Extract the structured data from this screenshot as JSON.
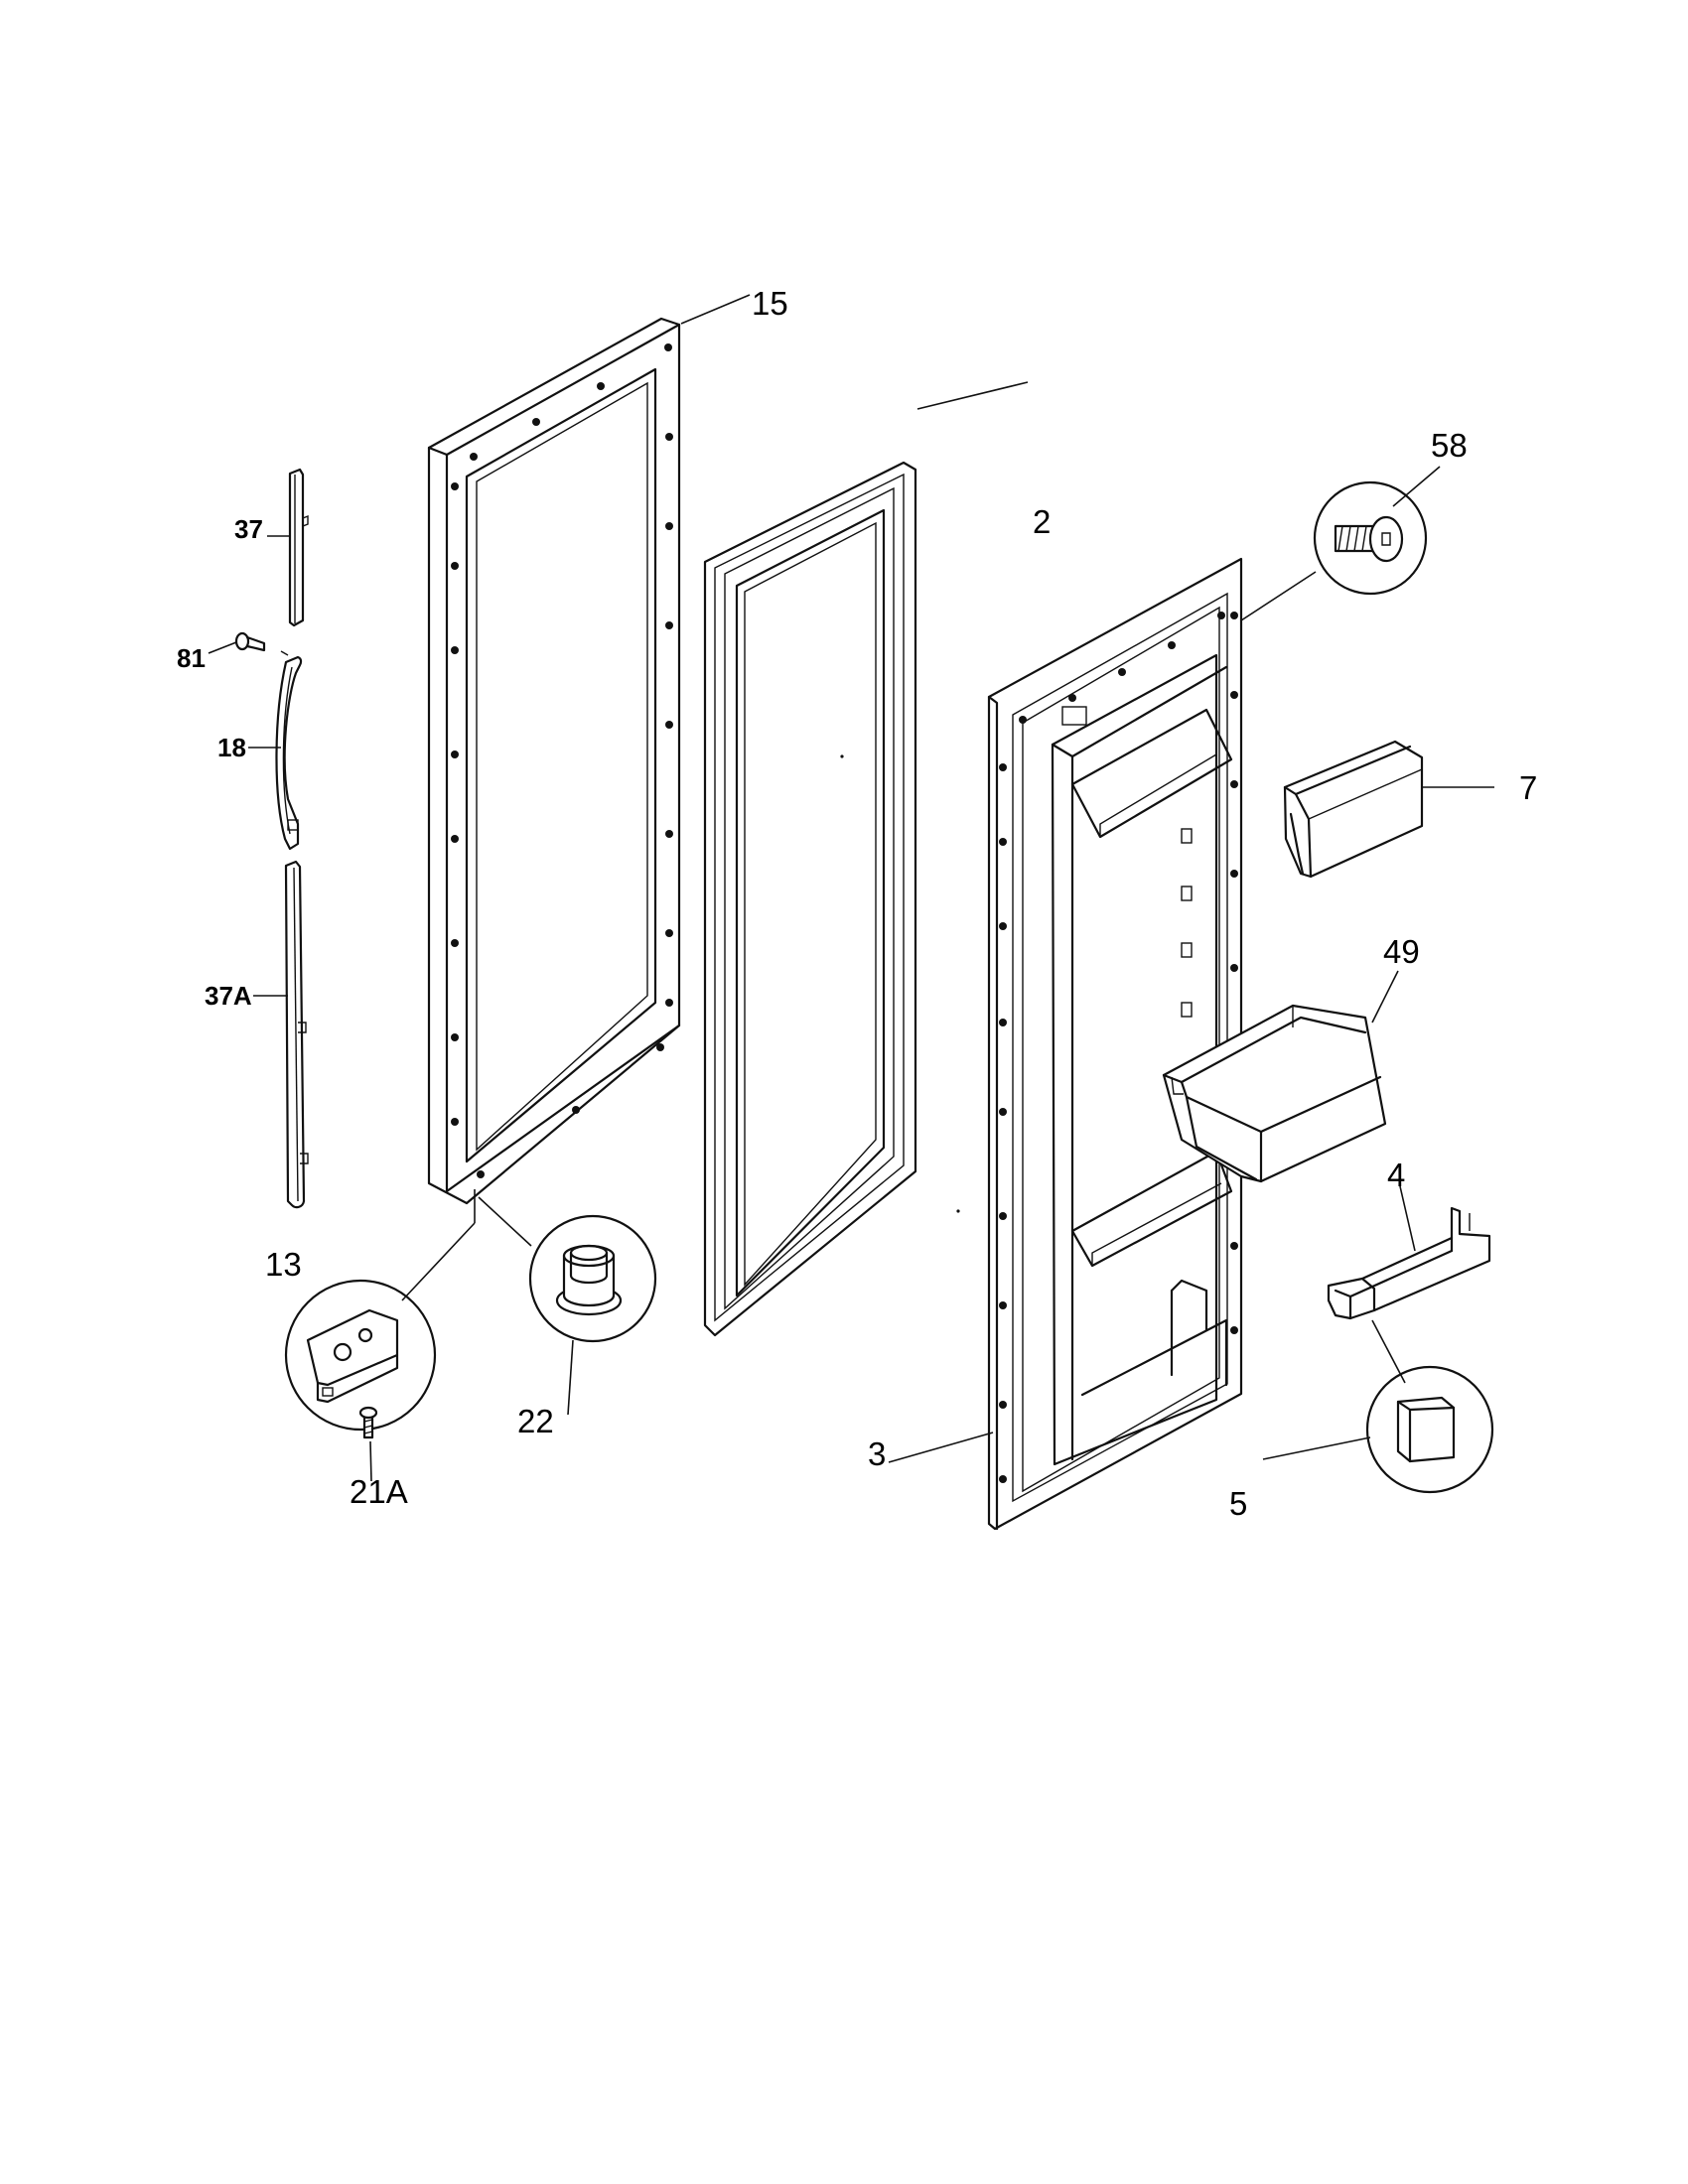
{
  "labels": {
    "p15": "15",
    "p2": "2",
    "p58": "58",
    "p7": "7",
    "p49": "49",
    "p4": "4",
    "p5": "5",
    "p3": "3",
    "p22": "22",
    "p13": "13",
    "p21a": "21A",
    "p37": "37",
    "p81": "81",
    "p18": "18",
    "p37a": "37A"
  }
}
